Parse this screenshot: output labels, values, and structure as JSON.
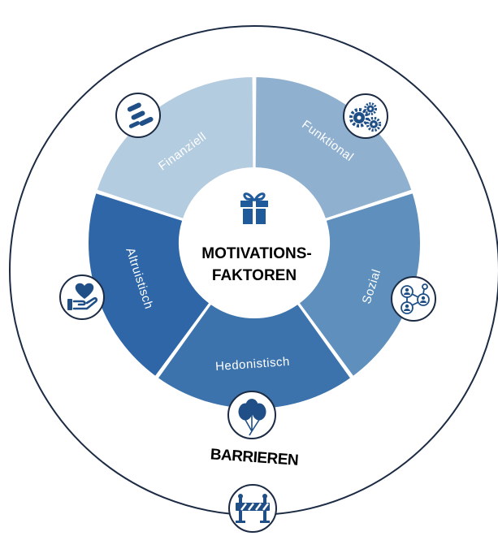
{
  "center": {
    "title_line1": "MOTIVATIONS-",
    "title_line2": "FAKTOREN",
    "icon": "gift-icon",
    "icon_color": "#1f5a9a"
  },
  "segments": [
    {
      "key": "finanziell",
      "label": "Finanziell",
      "color": "#b4cce0",
      "icon": "coins-icon"
    },
    {
      "key": "funktional",
      "label": "Funktional",
      "color": "#8fb0cf",
      "icon": "gears-icon"
    },
    {
      "key": "sozial",
      "label": "Sozial",
      "color": "#5e8fbd",
      "icon": "network-icon"
    },
    {
      "key": "hedonistisch",
      "label": "Hedonistisch",
      "color": "#3c73ad",
      "icon": "balloons-icon"
    },
    {
      "key": "altruistisch",
      "label": "Altruistisch",
      "color": "#2e66a8",
      "icon": "heart-hand-icon"
    }
  ],
  "barrier": {
    "label": "BARRIEREN",
    "icon": "roadblock-icon"
  },
  "colors": {
    "icon_fill": "#1f4f86",
    "outer_ring": "#1c2b44"
  }
}
